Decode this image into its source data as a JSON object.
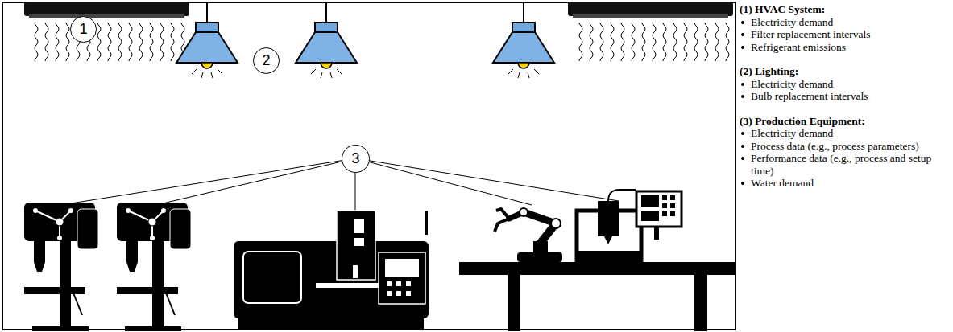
{
  "diagram": {
    "nodes": [
      {
        "text": [
          "1"
        ]
      },
      {
        "text": [
          "2"
        ]
      },
      {
        "text": [
          "3"
        ]
      }
    ],
    "labels": [
      "(1) HVAC System:",
      "Electricity demand",
      "Filter replacement intervals",
      "Refrigerant emissions",
      "(2) Lighting:",
      "Electricity demand",
      "Bulb replacement intervals",
      "(3) Production Equipment:",
      "Electricity demand",
      "Process data (e.g., process parameters)",
      "Performance data (e.g., process and setup time)",
      "Water demand"
    ]
  }
}
